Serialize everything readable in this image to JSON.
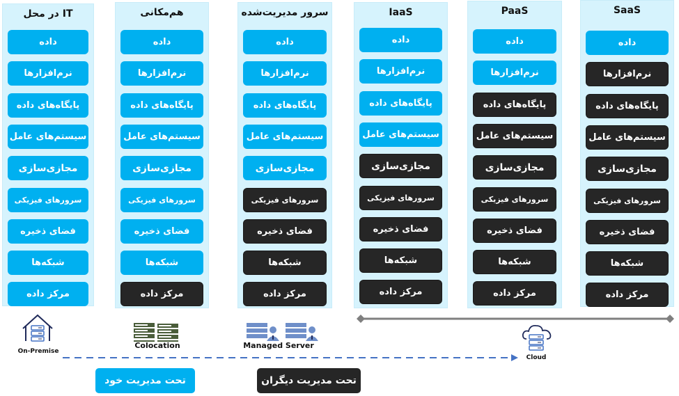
{
  "colors": {
    "self_managed": "#00b0f0",
    "vendor_managed": "#262626",
    "column_bg": "#d6f3fd",
    "arrow": "#4472c4",
    "slider": "#7f7f7f"
  },
  "columns": [
    {
      "title": "IT در محل",
      "layers": [
        {
          "label": "داده",
          "managed": "self"
        },
        {
          "label": "نرم‌افزارها",
          "managed": "self"
        },
        {
          "label": "پایگاه‌های داده",
          "managed": "self"
        },
        {
          "label": "سیستم‌های عامل",
          "managed": "self"
        },
        {
          "label": "مجازی‌سازی",
          "managed": "self"
        },
        {
          "label": "سرورهای فیزیکی",
          "managed": "self"
        },
        {
          "label": "فضای ذخیره",
          "managed": "self"
        },
        {
          "label": "شبکه‌ها",
          "managed": "self"
        },
        {
          "label": "مرکز داده",
          "managed": "self"
        }
      ]
    },
    {
      "title": "هم‌مکانی",
      "layers": [
        {
          "label": "داده",
          "managed": "self"
        },
        {
          "label": "نرم‌افزارها",
          "managed": "self"
        },
        {
          "label": "پایگاه‌های داده",
          "managed": "self"
        },
        {
          "label": "سیستم‌های عامل",
          "managed": "self"
        },
        {
          "label": "مجازی‌سازی",
          "managed": "self"
        },
        {
          "label": "سرورهای فیزیکی",
          "managed": "self"
        },
        {
          "label": "فضای ذخیره",
          "managed": "self"
        },
        {
          "label": "شبکه‌ها",
          "managed": "self"
        },
        {
          "label": "مرکز داده",
          "managed": "other"
        }
      ]
    },
    {
      "title": "سرور مدیریت‌شده",
      "layers": [
        {
          "label": "داده",
          "managed": "self"
        },
        {
          "label": "نرم‌افزارها",
          "managed": "self"
        },
        {
          "label": "پایگاه‌های داده",
          "managed": "self"
        },
        {
          "label": "سیستم‌های عامل",
          "managed": "self"
        },
        {
          "label": "مجازی‌سازی",
          "managed": "self"
        },
        {
          "label": "سرورهای فیزیکی",
          "managed": "other"
        },
        {
          "label": "فضای ذخیره",
          "managed": "other"
        },
        {
          "label": "شبکه‌ها",
          "managed": "other"
        },
        {
          "label": "مرکز داده",
          "managed": "other"
        }
      ]
    },
    {
      "title": "IaaS",
      "layers": [
        {
          "label": "داده",
          "managed": "self"
        },
        {
          "label": "نرم‌افزارها",
          "managed": "self"
        },
        {
          "label": "پایگاه‌های داده",
          "managed": "self"
        },
        {
          "label": "سیستم‌های عامل",
          "managed": "self"
        },
        {
          "label": "مجازی‌سازی",
          "managed": "other"
        },
        {
          "label": "سرورهای فیزیکی",
          "managed": "other"
        },
        {
          "label": "فضای ذخیره",
          "managed": "other"
        },
        {
          "label": "شبکه‌ها",
          "managed": "other"
        },
        {
          "label": "مرکز داده",
          "managed": "other"
        }
      ]
    },
    {
      "title": "PaaS",
      "layers": [
        {
          "label": "داده",
          "managed": "self"
        },
        {
          "label": "نرم‌افزارها",
          "managed": "self"
        },
        {
          "label": "پایگاه‌های داده",
          "managed": "other"
        },
        {
          "label": "سیستم‌های عامل",
          "managed": "other"
        },
        {
          "label": "مجازی‌سازی",
          "managed": "other"
        },
        {
          "label": "سرورهای فیزیکی",
          "managed": "other"
        },
        {
          "label": "فضای ذخیره",
          "managed": "other"
        },
        {
          "label": "شبکه‌ها",
          "managed": "other"
        },
        {
          "label": "مرکز داده",
          "managed": "other"
        }
      ]
    },
    {
      "title": "SaaS",
      "layers": [
        {
          "label": "داده",
          "managed": "self"
        },
        {
          "label": "نرم‌افزارها",
          "managed": "other"
        },
        {
          "label": "پایگاه‌های داده",
          "managed": "other"
        },
        {
          "label": "سیستم‌های عامل",
          "managed": "other"
        },
        {
          "label": "مجازی‌سازی",
          "managed": "other"
        },
        {
          "label": "سرورهای فیزیکی",
          "managed": "other"
        },
        {
          "label": "فضای ذخیره",
          "managed": "other"
        },
        {
          "label": "شبکه‌ها",
          "managed": "other"
        },
        {
          "label": "مرکز داده",
          "managed": "other"
        }
      ]
    }
  ],
  "deployment_icons": {
    "on_premise": "On-Premise",
    "colocation": "Colocation",
    "managed_server": "Managed Server",
    "cloud": "Cloud"
  },
  "legend": {
    "self_managed": "تحت مدیریت خود",
    "vendor_managed": "تحت مدیریت دیگران"
  }
}
